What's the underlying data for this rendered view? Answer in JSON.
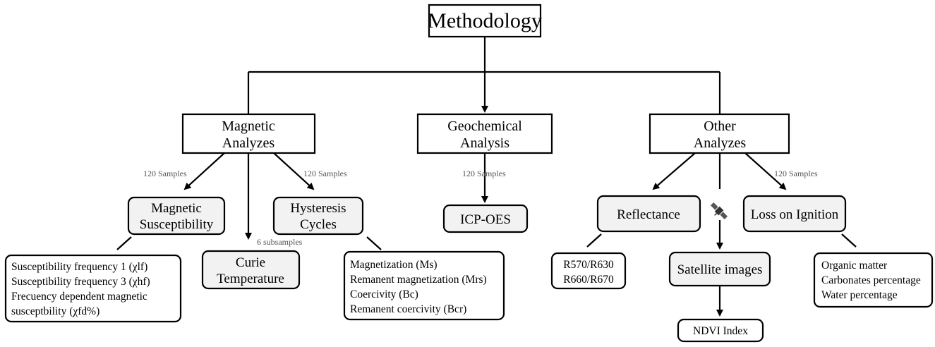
{
  "title": "Methodology",
  "categories": {
    "magnetic": {
      "line1": "Magnetic",
      "line2": "Analyzes"
    },
    "geochemical": {
      "line1": "Geochemical",
      "line2": "Analysis"
    },
    "other": {
      "line1": "Other",
      "line2": "Analyzes"
    }
  },
  "edge_labels": {
    "susceptibility": "120 Samples",
    "hysteresis": "120 Samples",
    "curie": "6 subsamples",
    "icp": "120 Samples",
    "loi": "120 Samples"
  },
  "methods": {
    "susceptibility": {
      "line1": "Magnetic",
      "line2": "Susceptibility"
    },
    "curie": {
      "line1": "Curie",
      "line2": "Temperature"
    },
    "hysteresis": {
      "line1": "Hysteresis",
      "line2": "Cycles"
    },
    "icp": {
      "label": "ICP-OES"
    },
    "reflectance": {
      "label": "Reflectance"
    },
    "satellite": {
      "label": "Satellite images"
    },
    "loi": {
      "label": "Loss on Ignition"
    }
  },
  "results": {
    "susceptibility": [
      "Susceptibility frequency 1 (χlf)",
      "Susceptibility frequency 3 (χhf)",
      "Frecuency dependent magnetic",
      "susceptbility (χfd%)"
    ],
    "hysteresis": [
      "Magnetization (Ms)",
      "Remanent magnetization (Mrs)",
      "Coercivity (Bc)",
      "Remanent coercivity (Bcr)"
    ],
    "reflectance": [
      "R570/R630",
      "R660/R670"
    ],
    "satellite": [
      "NDVI Index"
    ],
    "loi": [
      "Organic matter",
      "Carbonates percentage",
      "Water percentage"
    ]
  },
  "icons": {
    "satellite": "satellite-icon"
  }
}
